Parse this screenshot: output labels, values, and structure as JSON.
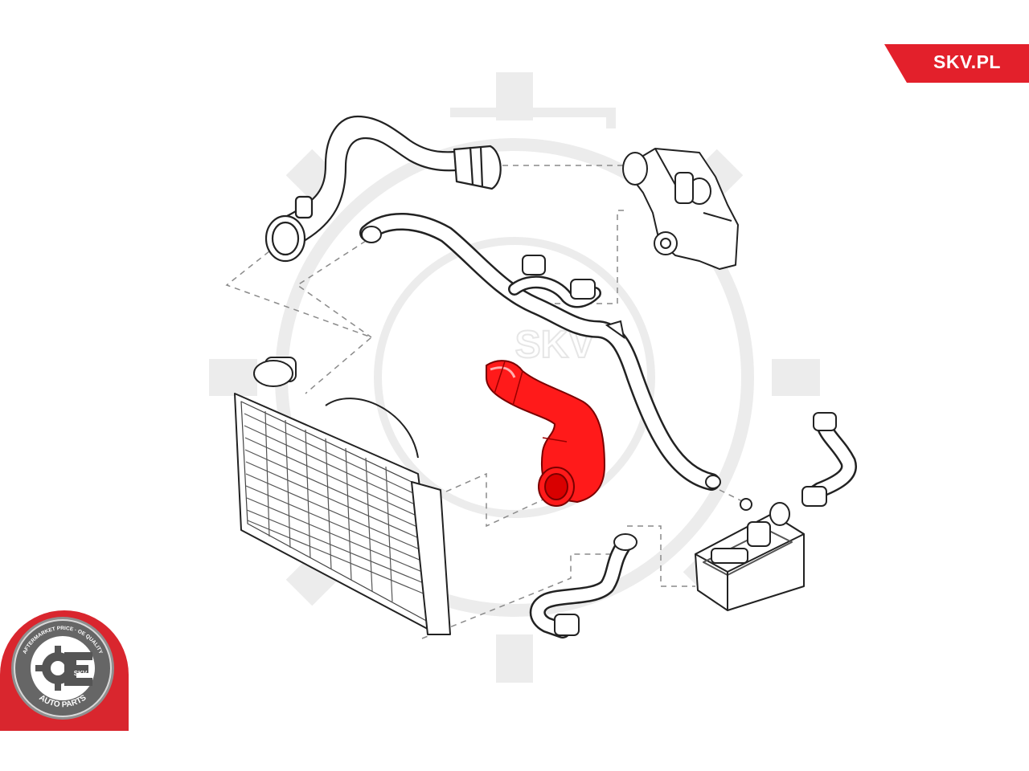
{
  "brand": {
    "site_label": "SKV.PL",
    "accent_color": "#e3202b"
  },
  "seal": {
    "ring_text_top": "AFTERMARKET PRICE · OE QUALITY",
    "center_text": "SKV",
    "ring_text_bottom": "AUTO PARTS",
    "color": "#d9262e"
  },
  "watermark": {
    "text": "SKV",
    "icon": "gear-icon"
  },
  "diagram": {
    "highlighted_part": "coolant-hose-highlighted",
    "highlight_color": "#ff1a1a",
    "parts": [
      "upper-radiator-hose",
      "thermostat-housing",
      "bypass-coolant-pipe",
      "highlighted-coolant-hose",
      "radiator",
      "small-return-hose",
      "expansion-hose",
      "oil-cooler"
    ]
  }
}
